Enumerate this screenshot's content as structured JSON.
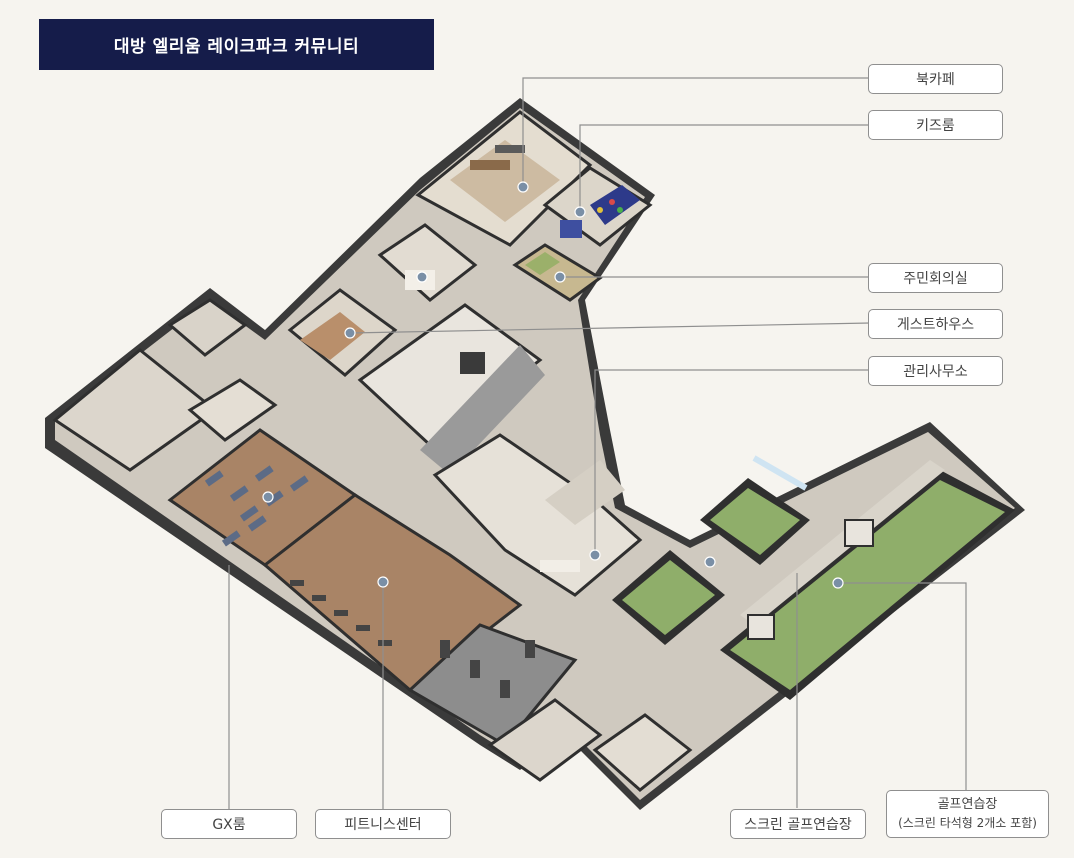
{
  "title": "대방 엘리움 레이크파크 커뮤니티",
  "labels": {
    "book_cafe": "북카페",
    "kids_room": "키즈룸",
    "residents_meeting_room": "주민회의실",
    "guest_house": "게스트하우스",
    "management_office": "관리사무소",
    "gx_room": "GX룸",
    "fitness_center": "피트니스센터",
    "screen_golf": "스크린 골프연습장",
    "golf_practice": "골프연습장",
    "golf_practice_sub": "(스크린 타석형 2개소 포함)"
  },
  "colors": {
    "title_bg": "#151c4a",
    "leader_line": "#8f8f8f",
    "wall": "#2f2f2f",
    "floor_wood": "#a98466",
    "floor_tile": "#d8d2c8",
    "golf_green": "#8fae6a",
    "dot": "#7a8fa6"
  }
}
